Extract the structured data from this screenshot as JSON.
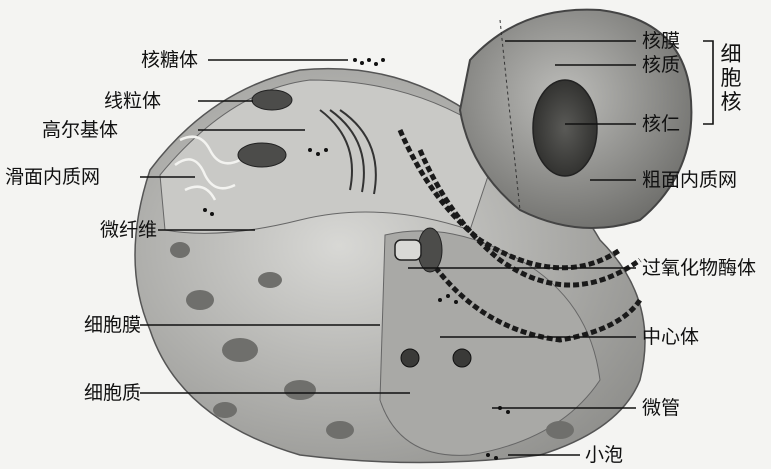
{
  "diagram": {
    "labels_left": [
      {
        "id": "ribosome",
        "text": "核糖体"
      },
      {
        "id": "mitochondrion",
        "text": "线粒体"
      },
      {
        "id": "golgi",
        "text": "高尔基体"
      },
      {
        "id": "smooth-er",
        "text": "滑面内质网"
      },
      {
        "id": "microfilament",
        "text": "微纤维"
      },
      {
        "id": "cell-membrane",
        "text": "细胞膜"
      },
      {
        "id": "cytoplasm",
        "text": "细胞质"
      }
    ],
    "labels_right": [
      {
        "id": "nuclear-envelope",
        "text": "核膜"
      },
      {
        "id": "nucleoplasm",
        "text": "核质"
      },
      {
        "id": "nucleolus",
        "text": "核仁"
      },
      {
        "id": "rough-er",
        "text": "粗面内质网"
      },
      {
        "id": "peroxisome",
        "text": "过氧化物酶体"
      },
      {
        "id": "centrosome",
        "text": "中心体"
      },
      {
        "id": "microtubule",
        "text": "微管"
      },
      {
        "id": "vesicle",
        "text": "小泡"
      }
    ],
    "group_label": [
      "细",
      "胞",
      "核"
    ]
  }
}
